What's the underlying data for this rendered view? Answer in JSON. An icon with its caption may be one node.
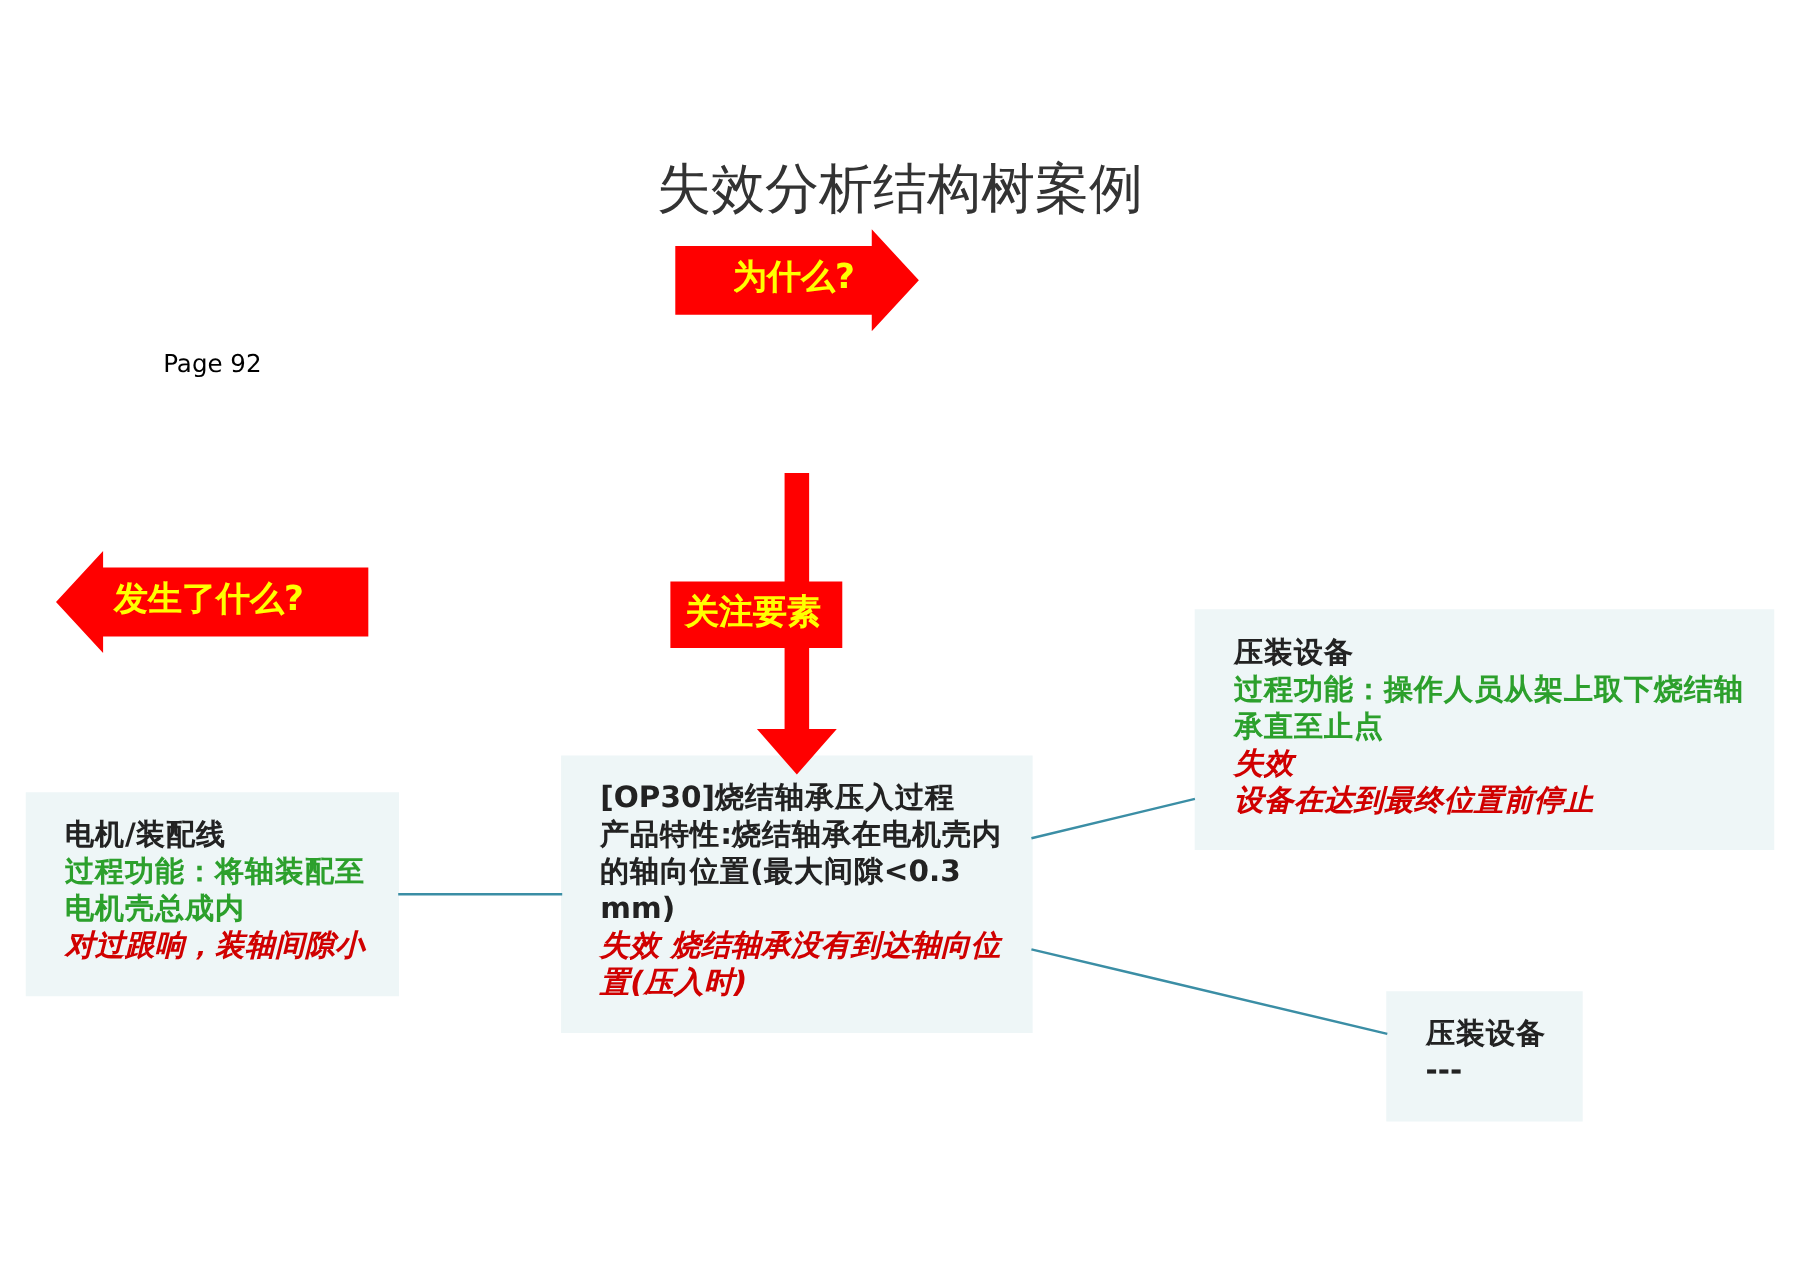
{
  "diagram": {
    "title": "失效分析结构树案例",
    "nodes": [
      {
        "text": [
          "电机/装配线",
          "过程功能：将轴装配至电机壳总成内",
          "对过跟响，装轴间隙小"
        ]
      },
      {
        "text": [
          "[OP30]烧结轴承压入过程",
          "产品特性:烧结轴承在电机壳内的轴向位置(最大间隙<0.3mm)",
          "失效 烧结轴承没有到达轴向位置(压入时)"
        ]
      },
      {
        "text": [
          "压装设备",
          "过程功能：操作人员从架上取下烧结轴承直至止点",
          "失效",
          "设备在达到最终位置前停止"
        ]
      },
      {
        "text": [
          "压装设备",
          "---"
        ]
      },
      {
        "text": [
          "发生了什么?"
        ]
      },
      {
        "text": [
          "为什么?"
        ]
      }
    ],
    "edges": [
      {
        "from": 0,
        "to": 1,
        "arrow": "none"
      },
      {
        "from": 1,
        "to": 2,
        "arrow": "none"
      },
      {
        "from": 1,
        "to": 3,
        "arrow": "none"
      },
      {
        "from": null,
        "to": 1,
        "arrow": "to",
        "label": "关注要素",
        "style": "thick",
        "color": "#ff0000"
      }
    ],
    "labels": [
      "Page 92"
    ]
  }
}
